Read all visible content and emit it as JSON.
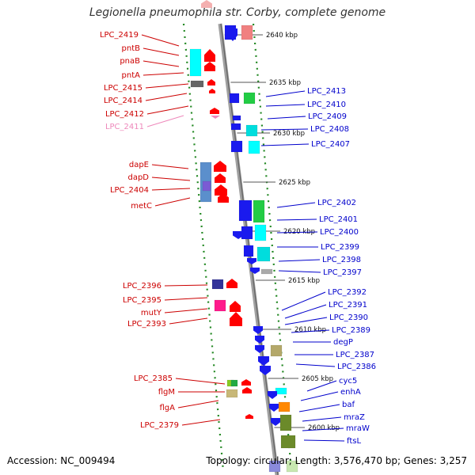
{
  "title": "Legionella pneumophila str. Corby, complete genome",
  "footer": {
    "accession": "Accession: NC_009494",
    "summary": "Topology: circular; Length: 3,576,470 bp; Genes: 3,257"
  },
  "colors": {
    "left_strand_label": "#cc0000",
    "right_strand_label": "#0000cc",
    "faded_label": "#ee88bb",
    "backbone": "#8a8a8a",
    "tick": "#228822"
  },
  "kbp_ticks": [
    "2640 kbp",
    "2635 kbp",
    "2630 kbp",
    "2625 kbp",
    "2620 kbp",
    "2615 kbp",
    "2610 kbp",
    "2605 kbp",
    "2600 kbp"
  ],
  "left_labels": [
    "LPC_2419",
    "pntB",
    "pnaB",
    "pntA",
    "LPC_2415",
    "LPC_2414",
    "LPC_2412",
    "LPC_2411",
    "dapE",
    "dapD",
    "LPC_2404",
    "metC",
    "LPC_2396",
    "LPC_2395",
    "mutY",
    "LPC_2393",
    "LPC_2385",
    "flgM",
    "flgA",
    "LPC_2379"
  ],
  "right_labels": [
    "LPC_2413",
    "LPC_2410",
    "LPC_2409",
    "LPC_2408",
    "LPC_2407",
    "LPC_2402",
    "LPC_2401",
    "LPC_2400",
    "LPC_2399",
    "LPC_2398",
    "LPC_2397",
    "LPC_2392",
    "LPC_2391",
    "LPC_2390",
    "LPC_2389",
    "degP",
    "LPC_2387",
    "LPC_2386",
    "cyc5",
    "enhA",
    "baf",
    "mraZ",
    "mraW",
    "ftsL"
  ]
}
